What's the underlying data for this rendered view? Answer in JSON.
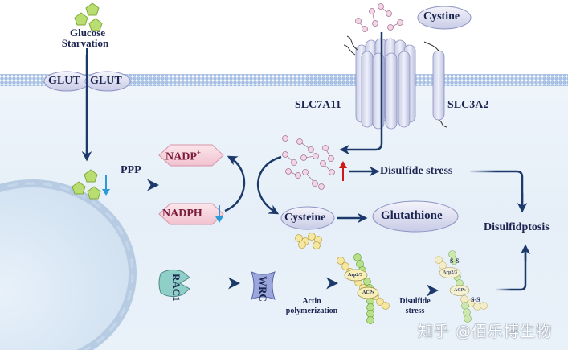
{
  "colors": {
    "arrow": "#1b3a6b",
    "text": "#1b2550",
    "nadp_fill": "#f6d1da",
    "nadp_text": "#7a1a3a",
    "ellipse_fill": "#d9dcf0",
    "glucose": "#b9dd70",
    "cystine_bead": "#f3d6e6",
    "cysteine_bead": "#f5e6a0",
    "down_arrow": "#2a9ad8",
    "up_arrow": "#d01818",
    "rac1": "#8fcfc8",
    "wrc": "#9aa6dc"
  },
  "labels": {
    "glucose_starvation_line1": "Glucose",
    "glucose_starvation_line2": "Starvation",
    "glut_left": "GLUT",
    "glut_right": "GLUT",
    "cystine": "Cystine",
    "slc7a11": "SLC7A11",
    "slc3a2": "SLC3A2",
    "ppp": "PPP",
    "nadp_plus": "NADP",
    "nadp_plus_sup": "+",
    "nadph": "NADPH",
    "disulfide_stress": "Disulfide stress",
    "cysteine": "Cysteine",
    "glutathione": "Glutathione",
    "disulfidptosis": "Disulfidptosis",
    "rac1": "RAC1",
    "wrc": "WRC",
    "actin_line1": "Actin",
    "actin_line2": "polymerization",
    "disulfide_stress2_line1": "Disulfide",
    "disulfide_stress2_line2": "stress",
    "arp23": "Arp2/3",
    "acps": "ACPs",
    "arp23_b": "Arp2/3",
    "acps_b": "ACPs",
    "ss_top": "S-S",
    "ss_bottom": "S-S"
  },
  "watermark": "知乎 @佰乐博生物"
}
